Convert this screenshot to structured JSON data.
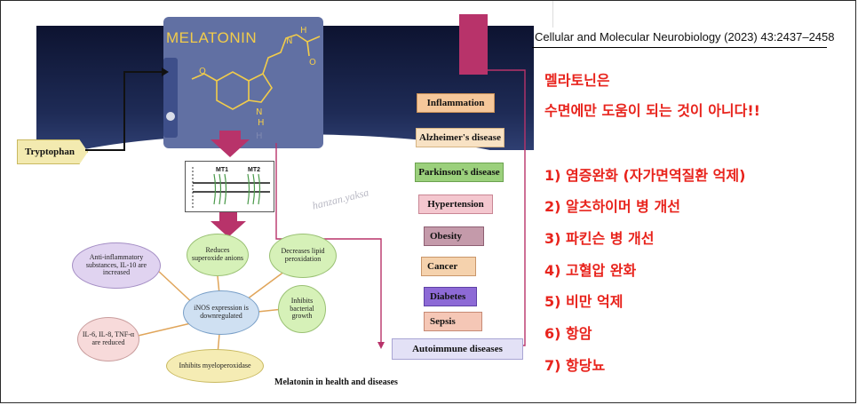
{
  "figure": {
    "molecule_title": "MELATONIN",
    "precursor": "Tryptophan",
    "receptors": [
      "MT1",
      "MT2"
    ],
    "effects": {
      "center": "iNOS expression is downregulated",
      "items": [
        "Reduces superoxide anions",
        "Decreases lipid peroxidation",
        "Inhibits bacterial growth",
        "Inhibits myeloperoxidase",
        "IL-6, IL-8, TNF-α are reduced",
        "Anti-inflammatory substances, IL-10 are increased"
      ]
    },
    "diseases": [
      {
        "label": "Inflammation",
        "fill": "#f5c79a",
        "border": "#c98f55"
      },
      {
        "label": "Alzheimer's disease",
        "fill": "#f8e2c4",
        "border": "#d6b483"
      },
      {
        "label": "Parkinson's disease",
        "fill": "#9bd07c",
        "border": "#6ba24f"
      },
      {
        "label": "Hypertension",
        "fill": "#f4c7cf",
        "border": "#c98694"
      },
      {
        "label": "Obesity",
        "fill": "#c49aaa",
        "border": "#8e5f72"
      },
      {
        "label": "Cancer",
        "fill": "#f5d2ad",
        "border": "#c9966a"
      },
      {
        "label": "Diabetes",
        "fill": "#8d6ad6",
        "border": "#5e41a6"
      },
      {
        "label": "Sepsis",
        "fill": "#f5c7b6",
        "border": "#c68a74"
      },
      {
        "label": "Autoimmune diseases",
        "fill": "#e3e1f6",
        "border": "#a9a5d4"
      }
    ],
    "caption": "Melatonin in health and diseases",
    "watermark": "hanzan.yaksa"
  },
  "citation": "Cellular and Molecular Neurobiology (2023) 43:2437–2458",
  "notes": {
    "heading_line1": "멜라토닌은",
    "heading_line2": "수면에만 도움이 되는 것이 아니다!!",
    "items": [
      "1)  염증완화 (자가면역질환 억제)",
      "2)  알츠하이머 병 개선",
      "3)  파킨슨 병 개선",
      "4)  고혈압 완화",
      "5)  비만 억제",
      "6)  항암",
      "7)  항당뇨"
    ]
  },
  "colors": {
    "accent_red": "#e8231c",
    "banner_navy": "#1e2b56",
    "molecule_yellow": "#f2cc4a",
    "arrow_pink": "#b8336a"
  }
}
